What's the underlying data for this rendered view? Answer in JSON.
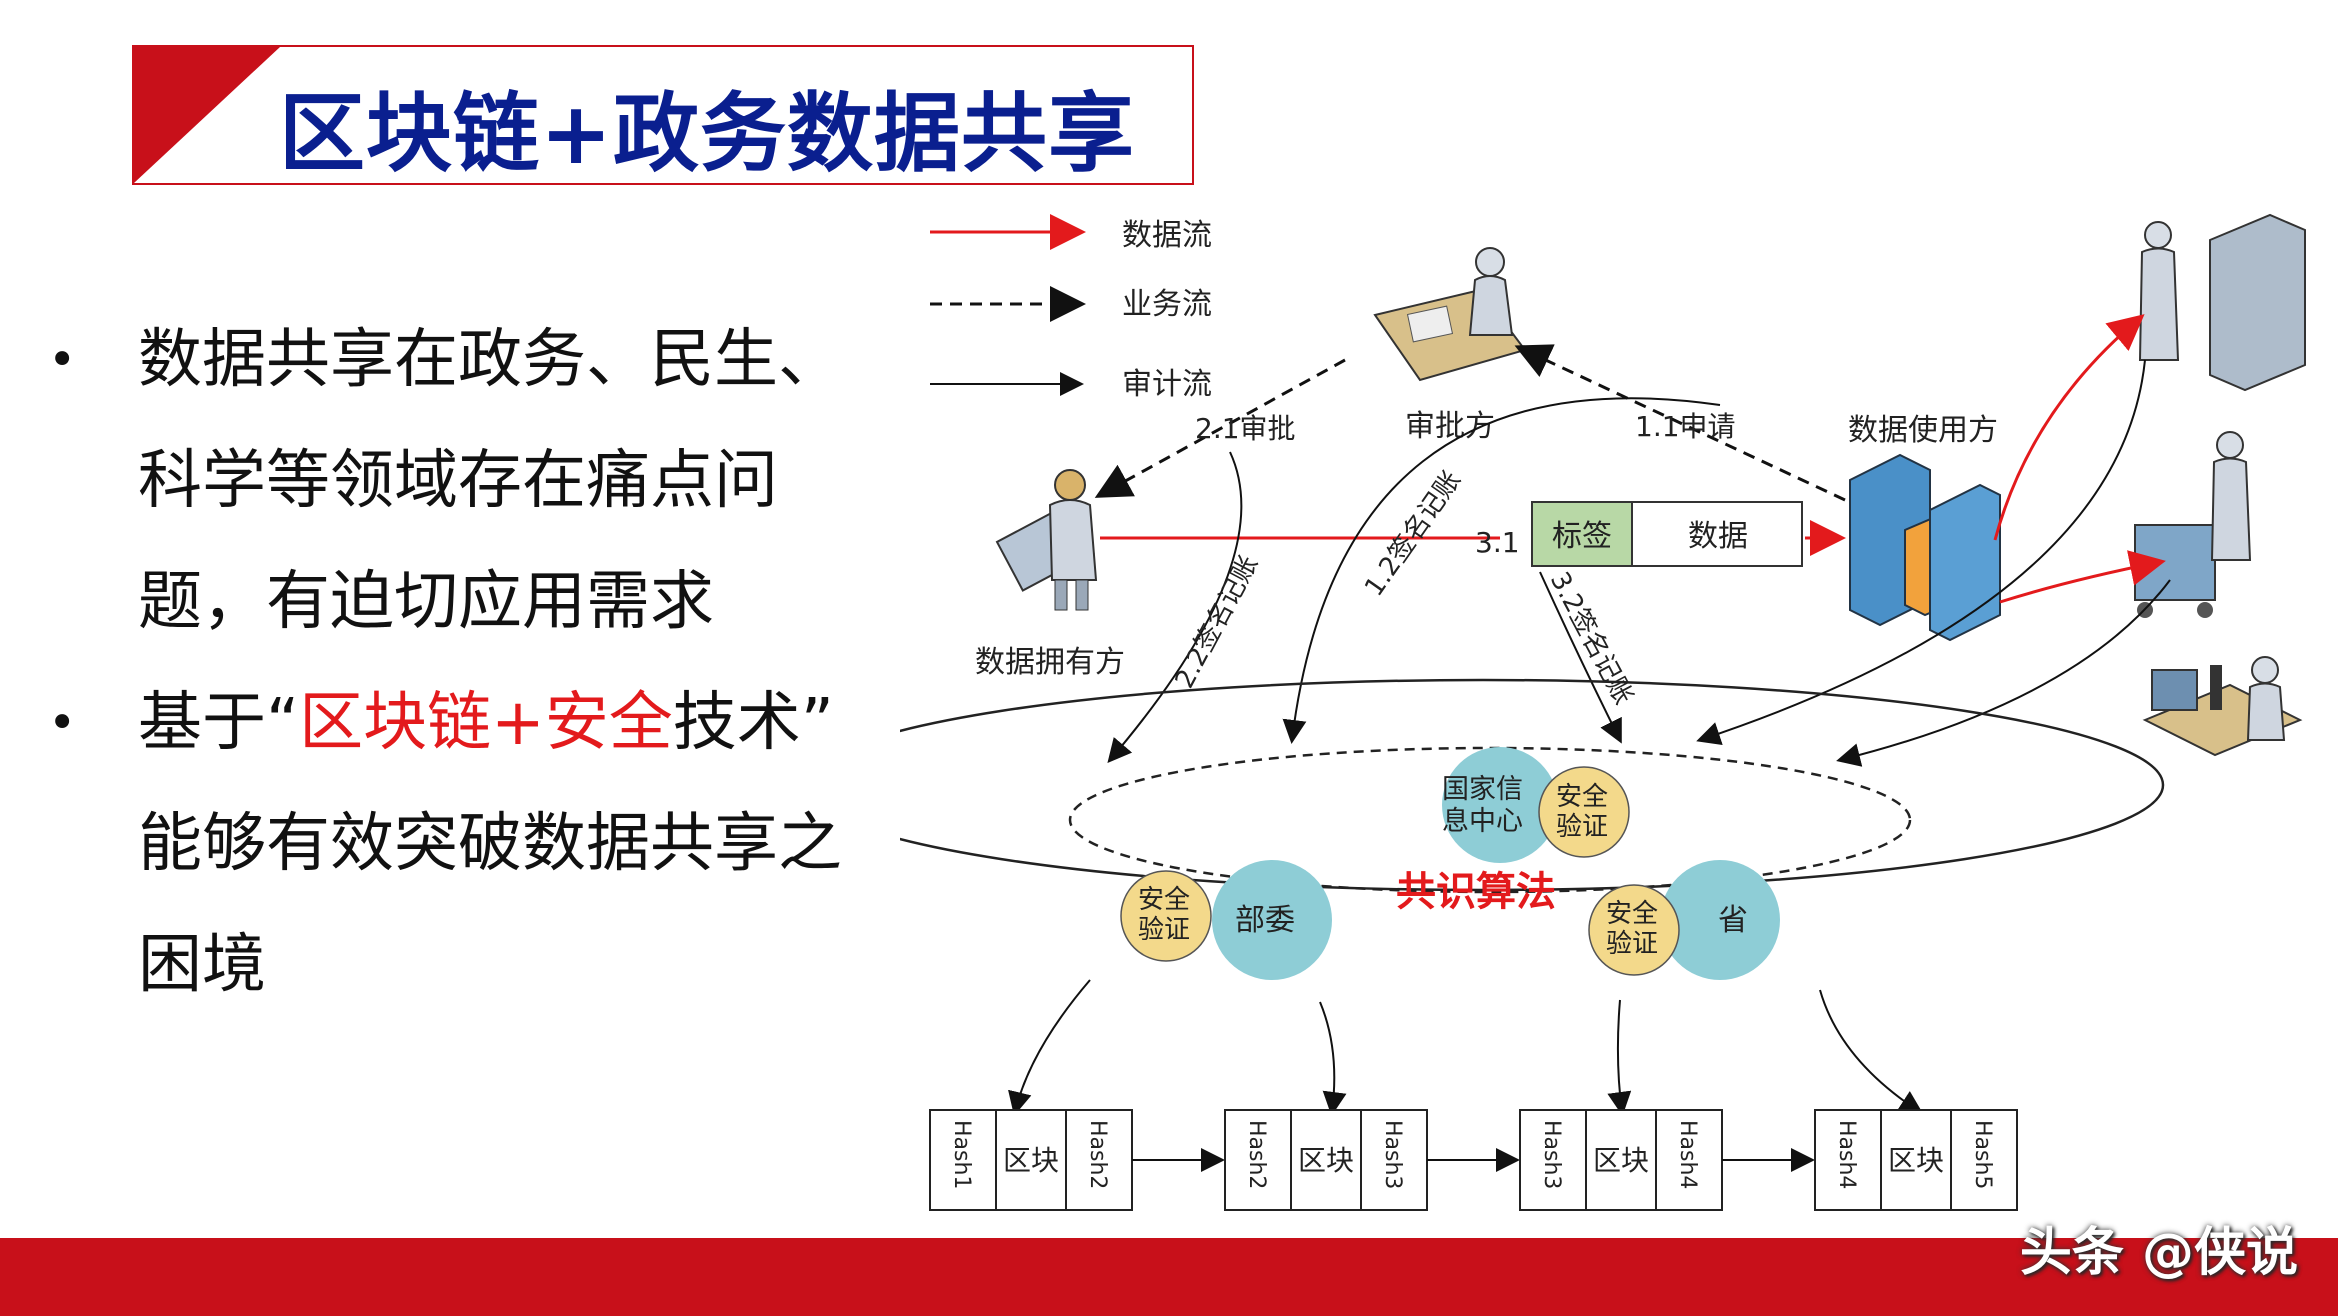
{
  "title": "区块链+政务数据共享",
  "bullets": [
    {
      "text": "数据共享在政务、民生、科学等领域存在痛点问题，有迫切应用需求"
    },
    {
      "prefix": "基于“",
      "highlight": "区块链+安全",
      "suffix": "技术” 能够有效突破数据共享之困境"
    }
  ],
  "legend": {
    "data_flow": "数据流",
    "business_flow": "业务流",
    "audit_flow": "审计流"
  },
  "actors": {
    "approver": "审批方",
    "data_owner": "数据拥有方",
    "data_user": "数据使用方"
  },
  "flows": {
    "approve": "2.1审批",
    "apply": "1.1申请",
    "sign_12": "1.2签名记账",
    "sign_22": "2.2签名记账",
    "sign_32": "3.2签名记账",
    "step_31": "3.1"
  },
  "packet": {
    "tag": "标签",
    "data": "数据"
  },
  "consensus": {
    "title": "共识算法",
    "national_center": "国家信息中心",
    "ministry": "部委",
    "province": "省",
    "security": "安全验证"
  },
  "chain": [
    {
      "left": "Hash1",
      "mid": "区块",
      "right": "Hash2"
    },
    {
      "left": "Hash2",
      "mid": "区块",
      "right": "Hash3"
    },
    {
      "left": "Hash3",
      "mid": "区块",
      "right": "Hash4"
    },
    {
      "left": "Hash4",
      "mid": "区块",
      "right": "Hash5"
    }
  ],
  "watermark": "头条 @侠说",
  "colors": {
    "brand_red": "#c8101a",
    "title_blue": "#0a1f8f",
    "highlight_red": "#e31a1c",
    "node_blue": "#8ecdd6",
    "node_yellow": "#f3d98b"
  }
}
